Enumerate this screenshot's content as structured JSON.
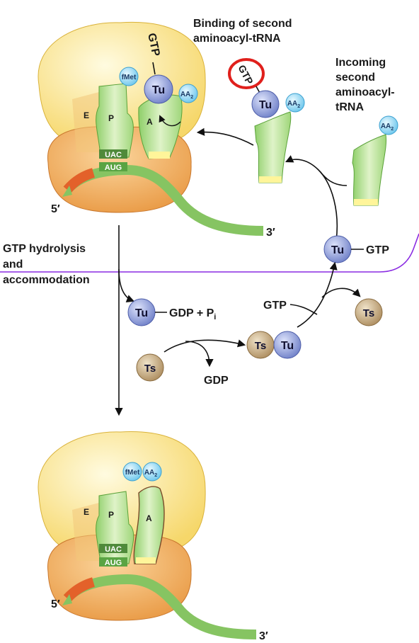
{
  "colors": {
    "ribosome_large": "#fbe79a",
    "ribosome_small": "#f1b66a",
    "trna": "#b9e39a",
    "tu": "#8f9fd8",
    "ts": "#c9b08a",
    "aa": "#9ad8f2",
    "mrna": "#86c462",
    "highlight_circle": "#e0201c",
    "boundary_line": "#8a2be2"
  },
  "labels": {
    "binding_title_line1": "Binding of second",
    "binding_title_line2": "aminoacyl-tRNA",
    "incoming_line1": "Incoming",
    "incoming_line2": "second",
    "incoming_line3": "aminoacyl-",
    "incoming_line4": "tRNA",
    "hydrolysis_line1": "GTP hydrolysis",
    "hydrolysis_line2": "and",
    "hydrolysis_line3": "accommodation",
    "gdp_pi": "GDP + P",
    "gdp_pi_sub": "i",
    "gtp_left": "GTP",
    "gtp_right": "GTP",
    "gdp_bottom": "GDP"
  },
  "top_ribosome": {
    "sites": [
      "E",
      "P",
      "A"
    ],
    "codon": "AUG",
    "anticodon": "UAC",
    "fmet": "fMet",
    "aa2": "AA",
    "aa2_sub": "2",
    "tu": "Tu",
    "gtp": "GTP",
    "five_prime": "5′",
    "three_prime": "3′"
  },
  "binding_complex": {
    "gtp": "GTP",
    "tu": "Tu",
    "aa2": "AA",
    "aa2_sub": "2"
  },
  "incoming": {
    "aa2": "AA",
    "aa2_sub": "2"
  },
  "cycle": {
    "tu_gtp": "Tu",
    "tu_gdp": "Tu",
    "ts_tu_ts": "Ts",
    "ts_tu_tu": "Tu",
    "ts_right": "Ts",
    "ts_left": "Ts"
  },
  "bottom_ribosome": {
    "sites": [
      "E",
      "P",
      "A"
    ],
    "codon": "AUG",
    "anticodon": "UAC",
    "fmet": "fMet",
    "aa2": "AA",
    "aa2_sub": "2",
    "five_prime": "5′",
    "three_prime": "3′"
  }
}
